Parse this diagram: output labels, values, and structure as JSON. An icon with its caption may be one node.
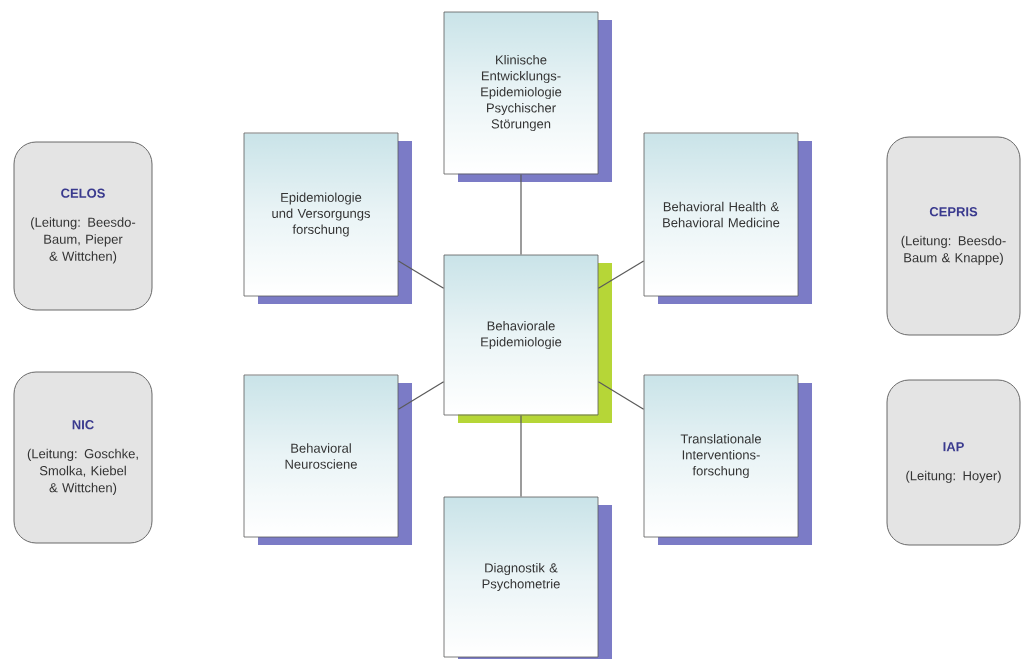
{
  "diagram": {
    "nodes": [
      {
        "text": [
          "Klinische Entwicklungs-Epidemiologie Psychischer Störungen"
        ]
      },
      {
        "text": [
          "CELOS",
          "(Leitung: Beesdo-Baum, Pieper & Wittchen)"
        ]
      },
      {
        "text": [
          "Epidemiologie und Versorgungs forschung"
        ]
      },
      {
        "text": [
          "Behavioral Health & Behavioral Medicine"
        ]
      },
      {
        "text": [
          "CEPRIS",
          "(Leitung: Beesdo-Baum & Knappe)"
        ]
      },
      {
        "text": [
          "Behaviorale Epidemiologie"
        ]
      },
      {
        "text": [
          "NIC",
          "(Leitung: Goschke, Smolka, Kiebel & Wittchen)"
        ]
      },
      {
        "text": [
          "Behavioral Neurosciene"
        ]
      },
      {
        "text": [
          "Translationale Interventions-forschung"
        ]
      },
      {
        "text": [
          "IAP",
          "(Leitung: Hoyer)"
        ]
      },
      {
        "text": [
          "Diagnostik & Psychometrie"
        ]
      }
    ],
    "edges": [
      {
        "from": 5,
        "to": 0,
        "arrow": "none"
      },
      {
        "from": 5,
        "to": 2,
        "arrow": "none"
      },
      {
        "from": 5,
        "to": 3,
        "arrow": "none"
      },
      {
        "from": 5,
        "to": 7,
        "arrow": "none"
      },
      {
        "from": 5,
        "to": 8,
        "arrow": "none"
      },
      {
        "from": 5,
        "to": 10,
        "arrow": "none"
      }
    ]
  }
}
